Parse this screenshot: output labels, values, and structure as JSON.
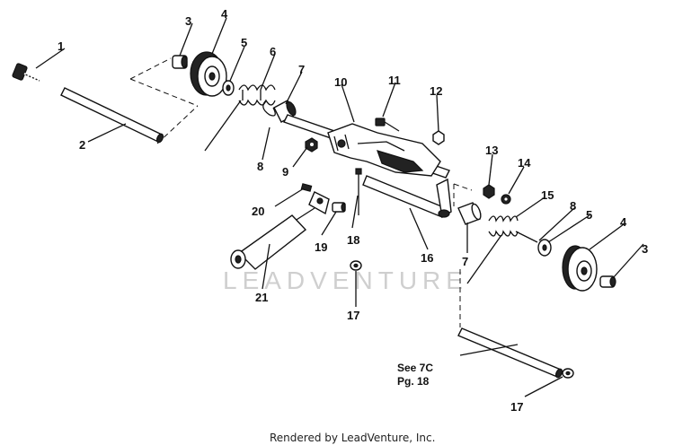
{
  "callouts": [
    {
      "id": "c1",
      "text": "1"
    },
    {
      "id": "c2",
      "text": "2"
    },
    {
      "id": "c3a",
      "text": "3"
    },
    {
      "id": "c4a",
      "text": "4"
    },
    {
      "id": "c5a",
      "text": "5"
    },
    {
      "id": "c6",
      "text": "6"
    },
    {
      "id": "c7a",
      "text": "7"
    },
    {
      "id": "c8a",
      "text": "8"
    },
    {
      "id": "c9",
      "text": "9"
    },
    {
      "id": "c10",
      "text": "10"
    },
    {
      "id": "c11",
      "text": "11"
    },
    {
      "id": "c12",
      "text": "12"
    },
    {
      "id": "c13",
      "text": "13"
    },
    {
      "id": "c14",
      "text": "14"
    },
    {
      "id": "c15",
      "text": "15"
    },
    {
      "id": "c8b",
      "text": "8"
    },
    {
      "id": "c5b",
      "text": "5"
    },
    {
      "id": "c4b",
      "text": "4"
    },
    {
      "id": "c3b",
      "text": "3"
    },
    {
      "id": "c16",
      "text": "16"
    },
    {
      "id": "c7b",
      "text": "7"
    },
    {
      "id": "c17a",
      "text": "17"
    },
    {
      "id": "c18",
      "text": "18"
    },
    {
      "id": "c19",
      "text": "19"
    },
    {
      "id": "c20",
      "text": "20"
    },
    {
      "id": "c21",
      "text": "21"
    },
    {
      "id": "c17b",
      "text": "17"
    }
  ],
  "note": {
    "line1": "See 7C",
    "line2": "Pg. 18"
  },
  "watermark": "LEADVENTURE",
  "footer": "Rendered by LeadVenture, Inc."
}
